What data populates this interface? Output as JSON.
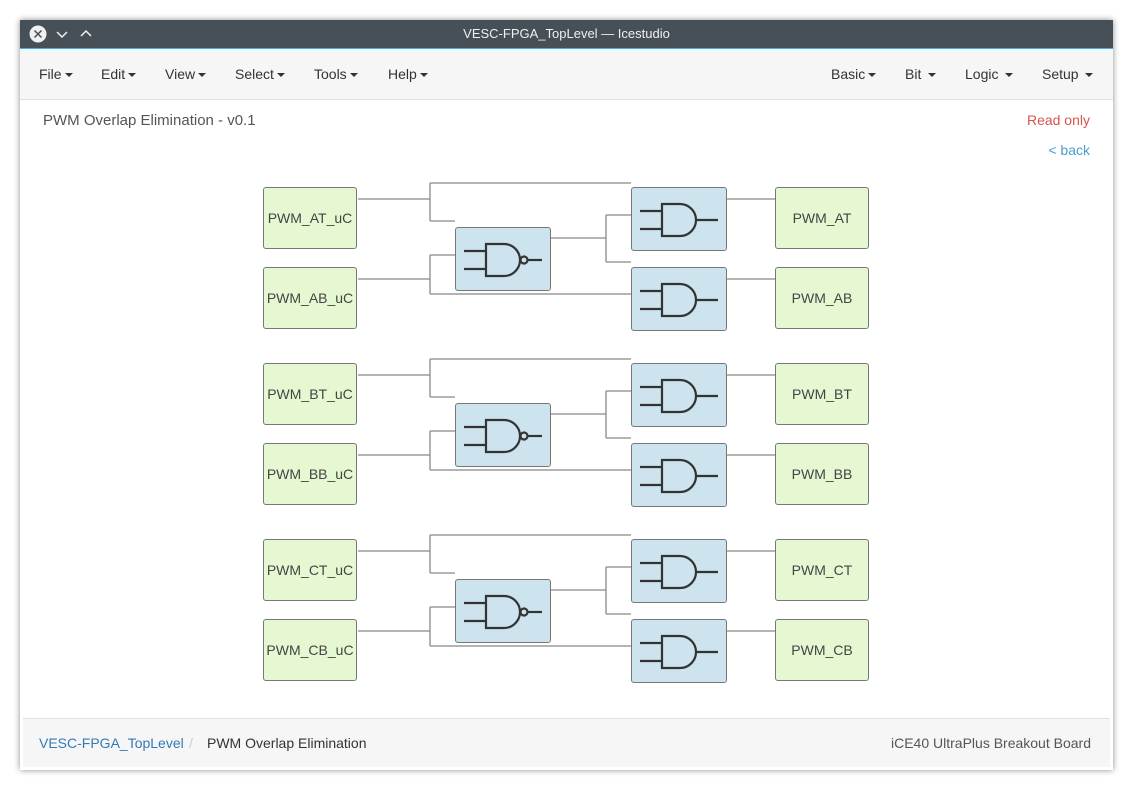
{
  "window": {
    "title": "VESC-FPGA_TopLevel — Icestudio",
    "titlebar_color": "#475057"
  },
  "menu": {
    "left": [
      "File",
      "Edit",
      "View",
      "Select",
      "Tools",
      "Help"
    ],
    "right": [
      "Basic",
      "Bit",
      "Logic",
      "Setup"
    ]
  },
  "design": {
    "title": "PWM Overlap Elimination - v0.1",
    "readonly": "Read only",
    "back": "< back"
  },
  "blocks": {
    "inputs": [
      "PWM_AT_uC",
      "PWM_AB_uC",
      "PWM_BT_uC",
      "PWM_BB_uC",
      "PWM_CT_uC",
      "PWM_CB_uC"
    ],
    "outputs": [
      "PWM_AT",
      "PWM_AB",
      "PWM_BT",
      "PWM_BB",
      "PWM_CT",
      "PWM_CB"
    ],
    "gates": [
      "NAND",
      "AND",
      "AND"
    ],
    "input_color": "#e6f8d2",
    "gate_color": "#cde3ee"
  },
  "footer": {
    "crumbs": [
      "VESC-FPGA_TopLevel",
      "PWM Overlap Elimination"
    ],
    "separator": "/",
    "board": "iCE40 UltraPlus Breakout Board"
  }
}
